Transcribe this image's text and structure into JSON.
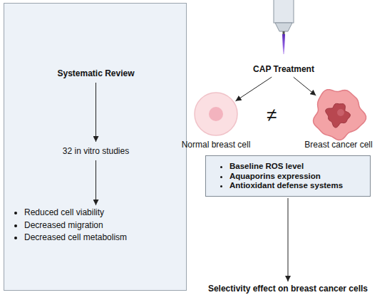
{
  "diagram": {
    "nodes": [
      {
        "text": []
      },
      {
        "text": [
          "Systematic Review"
        ],
        "in": 0
      },
      {
        "text": [
          "32 in vitro studies"
        ],
        "in": 0
      },
      {
        "text": [
          "Reduced cell viability",
          "Decreased migration",
          "Decreased cell metabolism"
        ],
        "in": 0
      },
      {
        "text": [
          "CAP Treatment"
        ]
      },
      {
        "text": [
          "Normal breast cell"
        ]
      },
      {
        "text": [
          "Breast cancer cell"
        ]
      },
      {
        "text": [
          "Baseline ROS level",
          "Aquaporins expression",
          "Antioxidant defense systems"
        ]
      },
      {
        "text": [
          "Selectivity effect on breast cancer cells"
        ]
      }
    ],
    "edges": [
      {
        "from": 1,
        "to": 2,
        "arrow": "to"
      },
      {
        "from": 2,
        "to": 3,
        "arrow": "to"
      },
      {
        "from": 4,
        "to": 5,
        "arrow": "to"
      },
      {
        "from": 4,
        "to": 6,
        "arrow": "to"
      },
      {
        "from": 7,
        "to": 8,
        "arrow": "to"
      }
    ],
    "labels": [
      "≠"
    ]
  }
}
